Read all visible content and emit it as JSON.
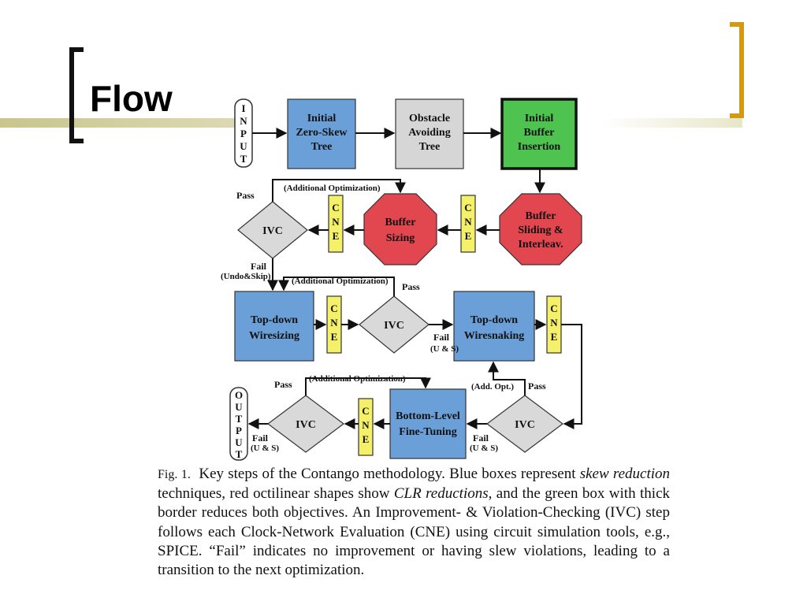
{
  "slide": {
    "title": "Flow"
  },
  "diagram": {
    "input_letters": [
      "I",
      "N",
      "P",
      "U",
      "T"
    ],
    "output_letters": [
      "O",
      "U",
      "T",
      "P",
      "U",
      "T"
    ],
    "cne_letters": [
      "C",
      "N",
      "E"
    ],
    "nodes": {
      "initial_zst": [
        "Initial",
        "Zero-Skew",
        "Tree"
      ],
      "obstacle": [
        "Obstacle",
        "Avoiding",
        "Tree"
      ],
      "initial_buffer": [
        "Initial",
        "Buffer",
        "Insertion"
      ],
      "buffer_sliding": [
        "Buffer",
        "Sliding &",
        "Interleav."
      ],
      "buffer_sizing": [
        "Buffer",
        "Sizing"
      ],
      "topdown_wiresizing": [
        "Top-down",
        "Wiresizing"
      ],
      "topdown_wiresnaking": [
        "Top-down",
        "Wiresnaking"
      ],
      "bottom_level": [
        "Bottom-Level",
        "Fine-Tuning"
      ]
    },
    "ivc_label": "IVC",
    "labels": {
      "pass": "Pass",
      "fail": "Fail",
      "undo_skip": "(Undo&Skip)",
      "additional_optimization": "(Additional Optimization)",
      "add_opt": "(Add. Opt.)",
      "u_and_s": "(U & S)"
    },
    "colors": {
      "blue_box": "#6a9fd8",
      "gray_box": "#d6d6d6",
      "green_box": "#4fc34f",
      "red_oct": "#e2474f",
      "yellow_cne": "#f5f06a",
      "diamond": "#d9d9d9"
    }
  },
  "caption": {
    "fig_label": "Fig. 1.",
    "part1": "Key steps of the Contango methodology. Blue boxes represent ",
    "em1": "skew reduction",
    "part2": " techniques, red octilinear shapes show ",
    "em2": "CLR reductions",
    "part3": ", and the green box with thick border reduces both objectives. An Improvement- & Violation-Checking (IVC) step follows each Clock-Network Evaluation (CNE) using circuit simulation tools, e.g., SPICE. “Fail” indicates no improvement or having slew violations, leading to a transition to the next optimization."
  }
}
